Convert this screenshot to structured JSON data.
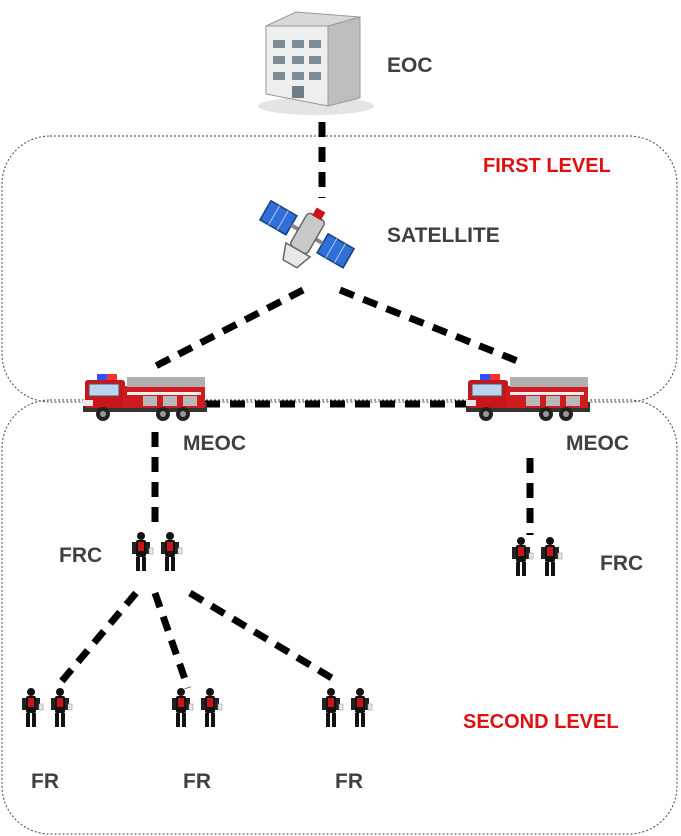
{
  "levels": {
    "first": "FIRST LEVEL",
    "second": "SECOND LEVEL"
  },
  "nodes": {
    "eoc": "EOC",
    "satellite": "SATELLITE",
    "meoc_left": "MEOC",
    "meoc_right": "MEOC",
    "frc_left": "FRC",
    "frc_right": "FRC",
    "fr_1": "FR",
    "fr_2": "FR",
    "fr_3": "FR"
  },
  "icons": {
    "eoc": "building-icon",
    "satellite": "satellite-icon",
    "meoc": "fire-truck-icon",
    "frc": "responders-icon",
    "fr": "responders-icon"
  },
  "colors": {
    "level_label": "#e01010",
    "node_label": "#404040",
    "link": "#000000",
    "truck_body": "#c8141a"
  }
}
